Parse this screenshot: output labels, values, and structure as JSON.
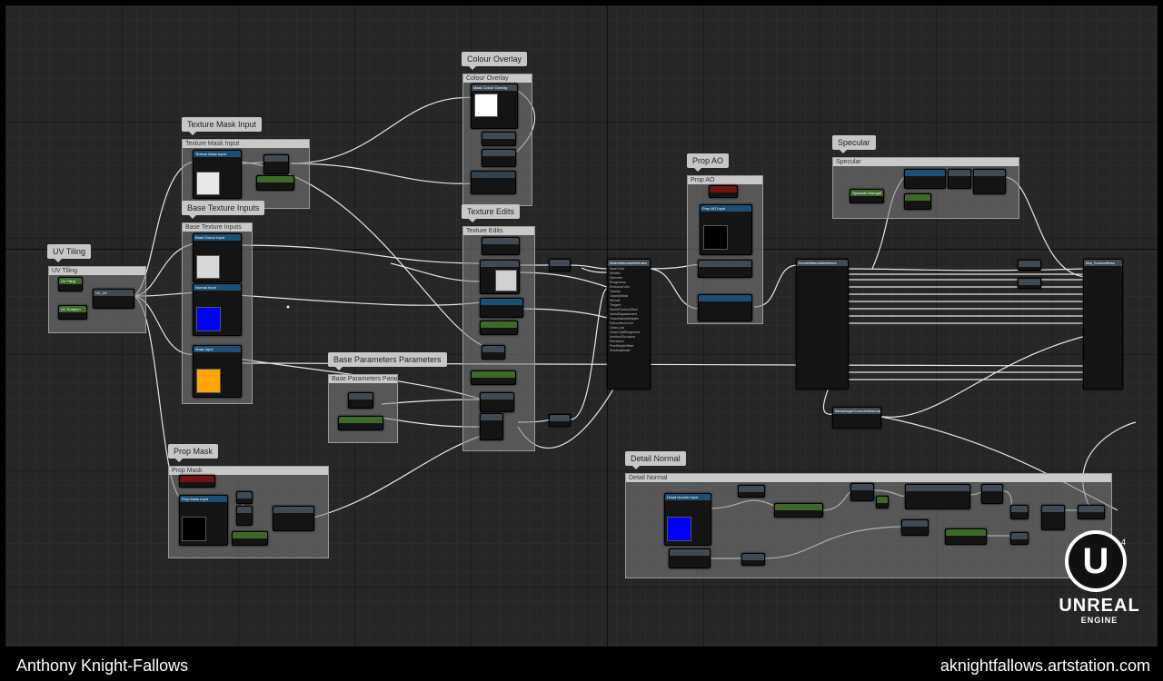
{
  "comments": {
    "uv_tiling": {
      "bubble": "UV Tiling",
      "header": "UV Tiling"
    },
    "texture_mask_input": {
      "bubble": "Texture Mask Input",
      "header": "Texture Mask Input"
    },
    "base_texture_inputs": {
      "bubble": "Base Texture Inputs",
      "header": "Base Texture Inputs"
    },
    "colour_overlay": {
      "bubble": "Colour Overlay",
      "header": "Colour Overlay"
    },
    "texture_edits": {
      "bubble": "Texture Edits",
      "header": "Texture Edits"
    },
    "base_parameters": {
      "bubble": "Base Parameters Parameters",
      "header": "Base Parameters Parameters"
    },
    "prop_mask": {
      "bubble": "Prop Mask",
      "header": "Prop Mask"
    },
    "prop_ao": {
      "bubble": "Prop AO",
      "header": "Prop AO"
    },
    "specular": {
      "bubble": "Specular",
      "header": "Specular"
    },
    "detail_normal": {
      "bubble": "Detail Normal",
      "header": "Detail Normal"
    }
  },
  "nodes": {
    "uv_tiling": [
      "UV Tiling",
      "UV Rotation",
      "UV_Uv"
    ],
    "texture_mask": "Texture Mask Input",
    "base_colour": "Base Colour Input",
    "normal": "Normal Input",
    "mask_input": "Mask Input",
    "colour_overlay_param": "Mask Colour Overlay",
    "prop_mask": "Prop Mask Input",
    "prop_ao": "Prop AO Input",
    "make_attributes": "MakeMaterialAttributes",
    "break_attributes": "BreakMaterialAttributes",
    "output": "Mat_SurfaceBase",
    "specular_param": "Specular Strength",
    "detail_normal": "Detail Normal Input",
    "blend_angle": "BlendAngleCorrectedNormals",
    "rows": [
      "BaseColor",
      "Metallic",
      "Specular",
      "Roughness",
      "EmissiveColor",
      "Opacity",
      "OpacityMask",
      "Normal",
      "Tangent",
      "WorldPositionOffset",
      "WorldDisplacement",
      "TessellationMultiplier",
      "SubsurfaceColor",
      "ClearCoat",
      "ClearCoatRoughness",
      "AmbientOcclusion",
      "Refraction",
      "PixelDepthOffset",
      "ShadingModel"
    ]
  },
  "colors": {
    "background": "#262626",
    "comment": "#808080",
    "node_header_blue": "#1e4f73",
    "node_header_green": "#3d6a2a",
    "node_header_red": "#6e1414",
    "swatch_blue": "#0000ff",
    "swatch_orange": "#ffa500",
    "swatch_white": "#ffffff"
  },
  "logo": {
    "mark": "U",
    "superscript": "4",
    "line1": "UNREAL",
    "line2": "ENGINE"
  },
  "footer": {
    "author": "Anthony Knight-Fallows",
    "website": "aknightfallows.artstation.com"
  }
}
